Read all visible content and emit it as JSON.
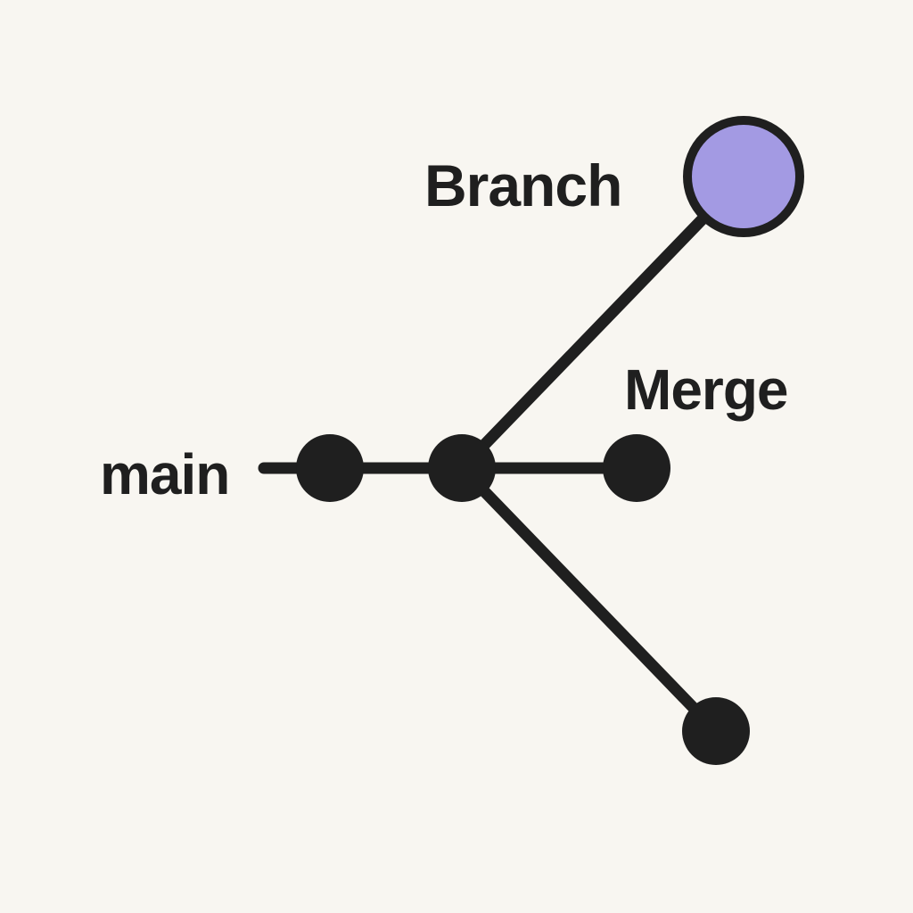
{
  "labels": {
    "main": "main",
    "branch": "Branch",
    "merge": "Merge"
  },
  "colors": {
    "background": "#f8f6f1",
    "ink": "#1f1f1f",
    "branch_node_fill": "#a39ae3"
  }
}
